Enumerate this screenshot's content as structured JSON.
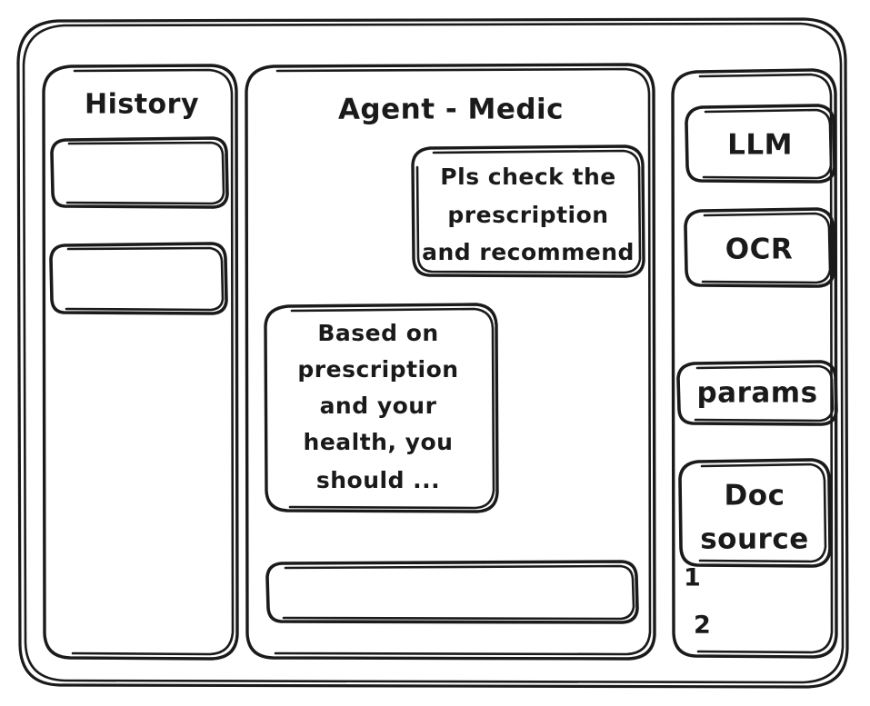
{
  "window": {
    "style": "hand-drawn-wireframe",
    "ink_color": "#1a1a1a",
    "background_color": "#ffffff"
  },
  "sidebar_left": {
    "title": "History",
    "items": [
      {
        "label": ""
      },
      {
        "label": ""
      }
    ]
  },
  "main": {
    "title": "Agent - Medic",
    "messages": [
      {
        "role": "user",
        "align": "right",
        "lines": [
          "Pls check the",
          "prescription",
          "and recommend"
        ]
      },
      {
        "role": "assistant",
        "align": "left",
        "lines": [
          "Based on",
          "prescription",
          "and your",
          "health, you",
          "should ..."
        ]
      }
    ],
    "composer": {
      "value": "",
      "placeholder": ""
    }
  },
  "sidebar_right": {
    "chips": [
      {
        "label": "LLM"
      },
      {
        "label": "OCR"
      },
      {
        "label": "params"
      }
    ],
    "doc_source": {
      "lines": [
        "Doc",
        "source"
      ],
      "list": [
        "1",
        "2"
      ]
    }
  }
}
